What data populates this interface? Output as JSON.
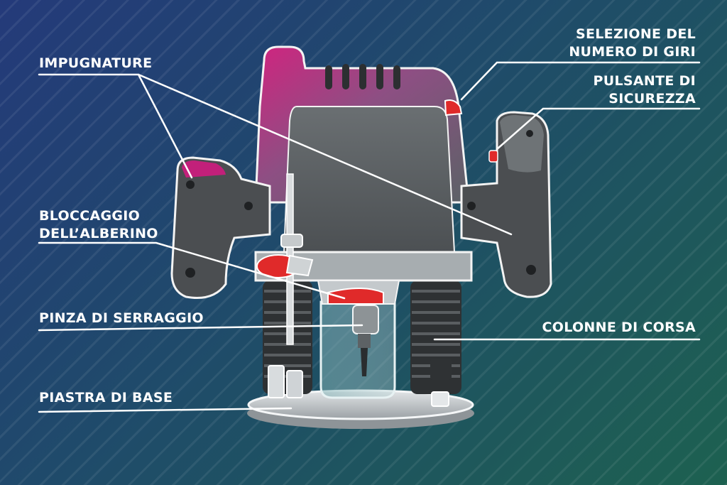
{
  "labels": {
    "impugnature": "IMPUGNATURE",
    "selezione_line1": "SELEZIONE DEL",
    "selezione_line2": "NUMERO DI GIRI",
    "pulsante_line1": "PULSANTE DI",
    "pulsante_line2": "SICUREZZA",
    "bloccaggio_line1": "BLOCCAGGIO",
    "bloccaggio_line2": "DELL’ALBERINO",
    "pinza": "PINZA DI SERRAGGIO",
    "colonne": "COLONNE DI CORSA",
    "piastra": "PIASTRA DI BASE"
  },
  "colors": {
    "body_magenta": "#c2207a",
    "body_gray": "#5e6366",
    "grip_gray": "#4a4d50",
    "accent_red": "#e02a2a",
    "base_silver": "#c9cdd0",
    "leader_white": "#ffffff"
  }
}
